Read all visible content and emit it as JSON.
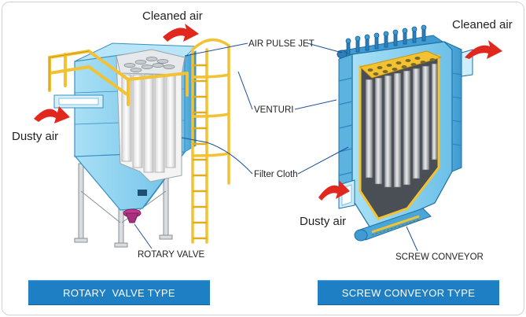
{
  "labels": {
    "cleaned_air_left": "Cleaned air",
    "cleaned_air_right": "Cleaned air",
    "dusty_air_left": "Dusty air",
    "dusty_air_right": "Dusty air",
    "air_pulse_jet": "AIR PULSE JET",
    "venturi": "VENTURI",
    "filter_cloth": "Filter Cloth",
    "rotary_valve": "ROTARY VALVE",
    "screw_conveyor": "SCREW CONVEYOR"
  },
  "buttons": {
    "rotary_valve_type": "ROTARY  VALVE TYPE",
    "screw_conveyor_type": "SCREW CONVEYOR TYPE"
  },
  "colors": {
    "housing_blue": "#8fd2ef",
    "housing_dark": "#4aa6d6",
    "railing_yellow": "#f3c232",
    "arrow_red": "#e0281e",
    "button_blue": "#1f7fc4",
    "valve_magenta": "#c2398f"
  }
}
